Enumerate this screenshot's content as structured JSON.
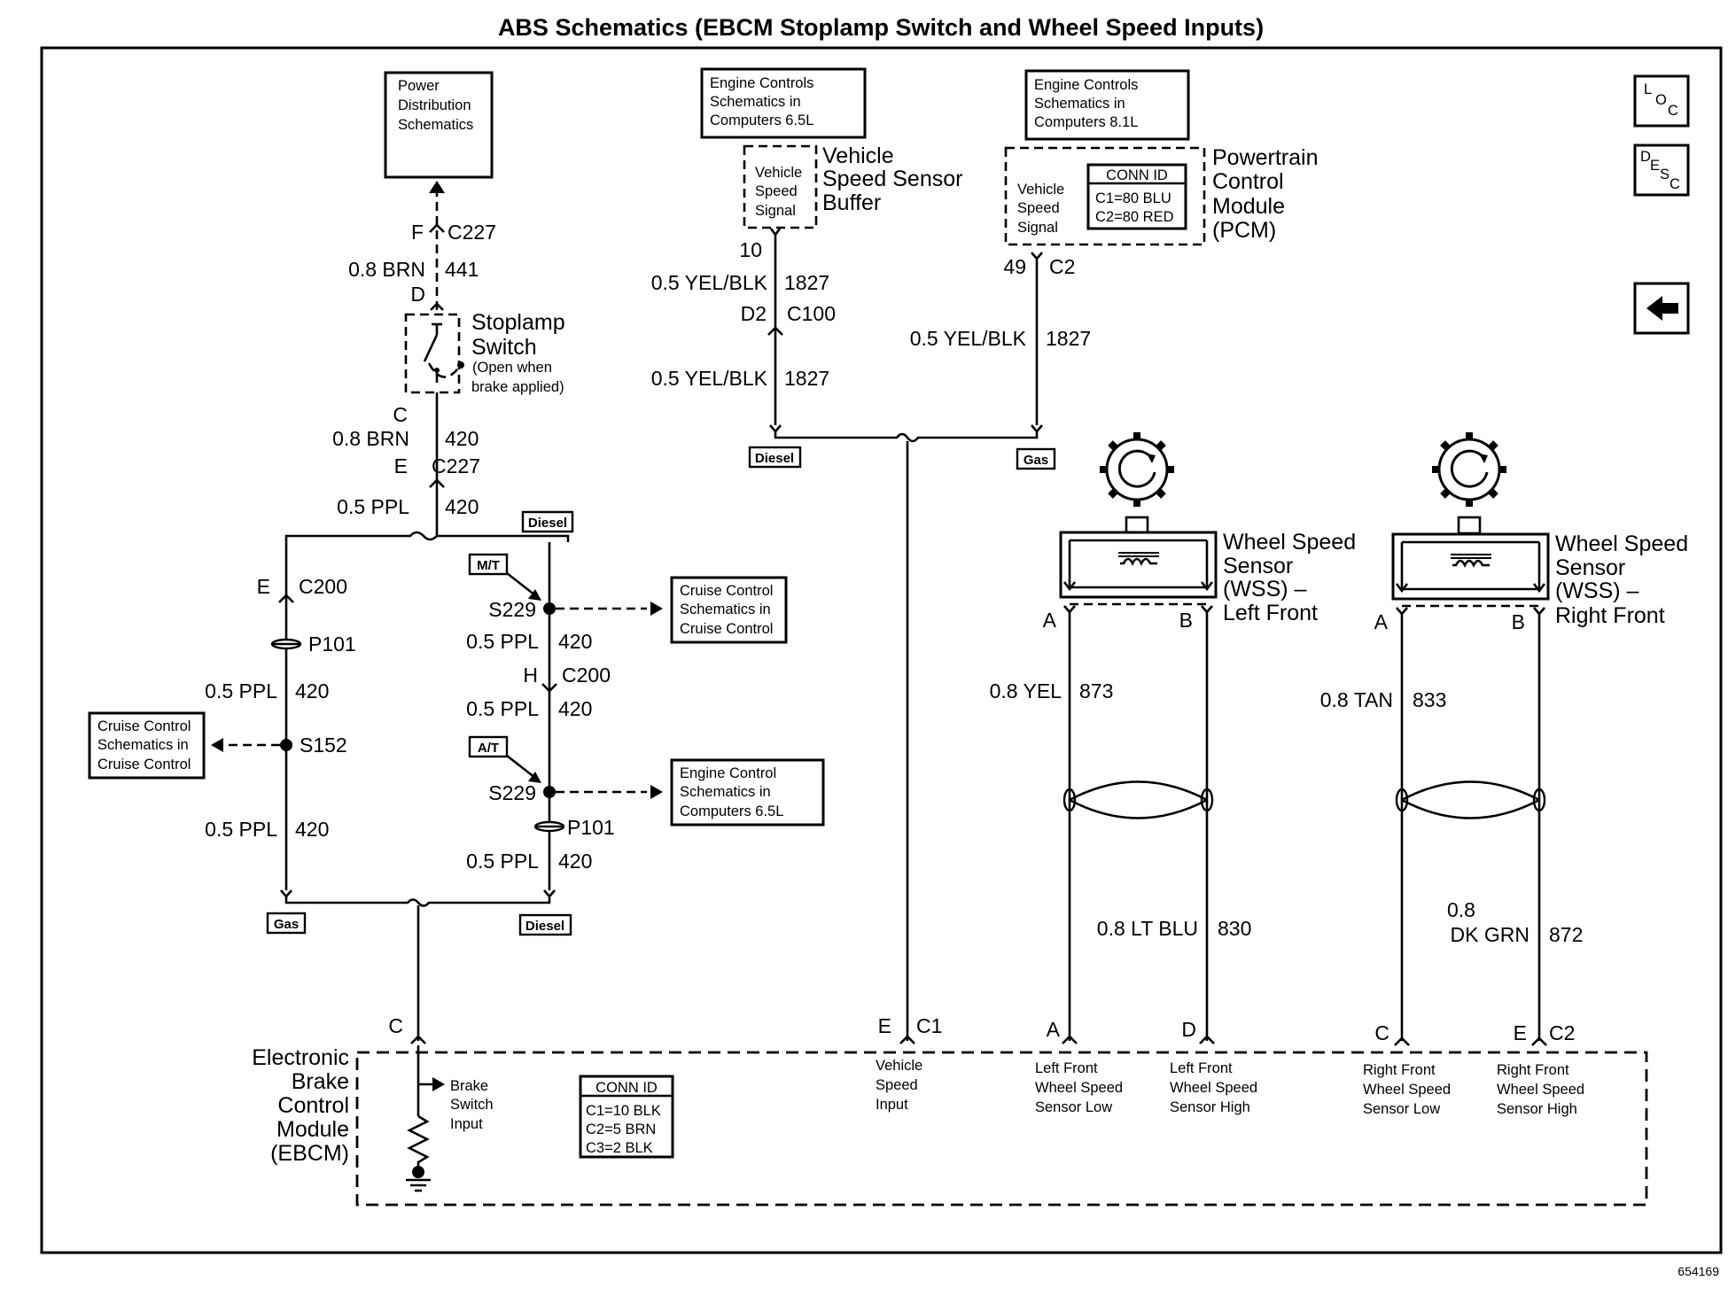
{
  "title": "ABS Schematics (EBCM Stoplamp Switch and Wheel Speed Inputs)",
  "figure_number": "654169",
  "nav": {
    "loc": "LOC",
    "desc": "DESC",
    "back_arrow": "back-arrow-icon"
  },
  "ref_boxes": {
    "power_distribution": [
      "Power",
      "Distribution",
      "Schematics"
    ],
    "engine_controls_65": [
      "Engine Controls",
      "Schematics in",
      "Computers 6.5L"
    ],
    "engine_controls_81": [
      "Engine Controls",
      "Schematics in",
      "Computers 8.1L"
    ],
    "cruise_control_mt": [
      "Cruise Control",
      "Schematics in",
      "Cruise Control"
    ],
    "cruise_control_left": [
      "Cruise Control",
      "Schematics in",
      "Cruise Control"
    ],
    "engine_control_at": [
      "Engine Control",
      "Schematics in",
      "Computers 6.5L"
    ]
  },
  "components": {
    "vss_buffer": {
      "name": [
        "Vehicle",
        "Speed Sensor",
        "Buffer"
      ],
      "pin_label": [
        "Vehicle",
        "Speed",
        "Signal"
      ]
    },
    "pcm": {
      "name": [
        "Powertrain",
        "Control",
        "Module",
        "(PCM)"
      ],
      "pin_label": [
        "Vehicle",
        "Speed",
        "Signal"
      ],
      "conn_id_title": "CONN ID",
      "conn_ids": [
        "C1=80 BLU",
        "C2=80 RED"
      ]
    },
    "stoplamp_switch": {
      "name": [
        "Stoplamp",
        "Switch"
      ],
      "note": [
        "(Open when",
        "brake applied)"
      ]
    },
    "wss_lf": {
      "name": [
        "Wheel Speed",
        "Sensor",
        "(WSS) –",
        "Left Front"
      ]
    },
    "wss_rf": {
      "name": [
        "Wheel Speed",
        "Sensor",
        "(WSS) –",
        "Right Front"
      ]
    },
    "ebcm": {
      "name": [
        "Electronic",
        "Brake",
        "Control",
        "Module",
        "(EBCM)"
      ],
      "conn_id_title": "CONN ID",
      "conn_ids": [
        "C1=10 BLK",
        "C2=5 BRN",
        "C3=2 BLK"
      ],
      "brake_input": [
        "Brake",
        "Switch",
        "Input"
      ]
    }
  },
  "tags": {
    "diesel": "Diesel",
    "gas": "Gas",
    "mt": "M/T",
    "at": "A/T"
  },
  "wire_labels": {
    "f_c227_pin": "F",
    "f_c227_conn": "C227",
    "brn441_color": "0.8 BRN",
    "brn441_circuit": "441",
    "d_pin": "D",
    "c_pin": "C",
    "brn420_color": "0.8 BRN",
    "brn420_circuit": "420",
    "e_pin": "E",
    "e_c227_conn": "C227",
    "ppl_top_color": "0.5 PPL",
    "ppl_top_circuit": "420",
    "e_c200_pin": "E",
    "c200_conn": "C200",
    "p101_left": "P101",
    "ppl_l1_color": "0.5 PPL",
    "ppl_l1_circuit": "420",
    "s152": "S152",
    "ppl_l2_color": "0.5 PPL",
    "ppl_l2_circuit": "420",
    "s229_mt": "S229",
    "ppl_r1_color": "0.5 PPL",
    "ppl_r1_circuit": "420",
    "h_pin": "H",
    "h_c200_conn": "C200",
    "ppl_r2_color": "0.5 PPL",
    "ppl_r2_circuit": "420",
    "s229_at": "S229",
    "p101_right": "P101",
    "ppl_r3_color": "0.5 PPL",
    "ppl_r3_circuit": "420",
    "vss_pin": "10",
    "yel1_color": "0.5 YEL/BLK",
    "yel1_circuit": "1827",
    "d2_pin": "D2",
    "c100_conn": "C100",
    "yel2_color": "0.5 YEL/BLK",
    "yel2_circuit": "1827",
    "pcm_pin": "49",
    "pcm_conn": "C2",
    "yel3_color": "0.5 YEL/BLK",
    "yel3_circuit": "1827",
    "lf_a": "A",
    "lf_b": "B",
    "yel_color": "0.8 YEL",
    "yel_circuit": "873",
    "ltblu_color": "0.8 LT BLU",
    "ltblu_circuit": "830",
    "rf_a": "A",
    "rf_b": "B",
    "tan_color": "0.8 TAN",
    "tan_circuit": "833",
    "dkgrn_color1": "0.8",
    "dkgrn_color2": "DK GRN",
    "dkgrn_circuit": "872",
    "ebcm_c": "C",
    "ebcm_e": "E",
    "ebcm_c1": "C1",
    "ebcm_a": "A",
    "ebcm_d": "D",
    "ebcm_c2_pin": "C",
    "ebcm_e2": "E",
    "ebcm_c2": "C2"
  },
  "ebcm_inputs": {
    "vehicle_speed": [
      "Vehicle",
      "Speed",
      "Input"
    ],
    "lf_low": [
      "Left Front",
      "Wheel Speed",
      "Sensor Low"
    ],
    "lf_high": [
      "Left Front",
      "Wheel Speed",
      "Sensor High"
    ],
    "rf_low": [
      "Right Front",
      "Wheel Speed",
      "Sensor Low"
    ],
    "rf_high": [
      "Right Front",
      "Wheel Speed",
      "Sensor High"
    ]
  }
}
